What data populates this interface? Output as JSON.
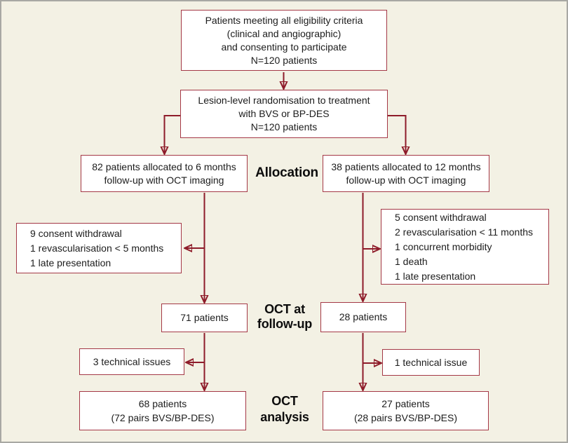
{
  "palette": {
    "background": "#f3f1e4",
    "frame_border": "#a8a8a3",
    "box_background": "#ffffff",
    "box_border": "#a43846",
    "arrow": "#8e1c2a",
    "text": "#1c1c1c",
    "label_text": "#0d0d0d"
  },
  "boxes": {
    "eligibility": {
      "lines": [
        "Patients meeting all eligibility criteria",
        "(clinical and angiographic)",
        "and consenting to participate",
        "N=120 patients"
      ]
    },
    "randomisation": {
      "lines": [
        "Lesion-level randomisation to treatment",
        "with BVS or BP-DES",
        "N=120 patients"
      ]
    },
    "allocation_left": {
      "lines": [
        "82 patients allocated to 6 months",
        "follow-up with OCT imaging"
      ]
    },
    "allocation_right": {
      "lines": [
        "38 patients allocated to 12 months",
        "follow-up with OCT imaging"
      ]
    },
    "exclusions_left": {
      "lines": [
        "9 consent withdrawal",
        "1 revascularisation < 5 months",
        "1 late presentation"
      ]
    },
    "exclusions_right": {
      "lines": [
        "5 consent withdrawal",
        "2 revascularisation < 11 months",
        "1 concurrent morbidity",
        "1 death",
        "1 late presentation"
      ]
    },
    "oct_followup_left": {
      "lines": [
        "71 patients"
      ]
    },
    "oct_followup_right": {
      "lines": [
        "28 patients"
      ]
    },
    "technical_left": {
      "lines": [
        "3 technical issues"
      ]
    },
    "technical_right": {
      "lines": [
        "1 technical issue"
      ]
    },
    "analysis_left": {
      "lines": [
        "68 patients",
        "(72 pairs BVS/BP-DES)"
      ]
    },
    "analysis_right": {
      "lines": [
        "27 patients",
        "(28 pairs BVS/BP-DES)"
      ]
    }
  },
  "stage_labels": {
    "allocation": {
      "lines": [
        "Allocation"
      ]
    },
    "oct_followup": {
      "lines": [
        "OCT at",
        "follow-up"
      ]
    },
    "oct_analysis": {
      "lines": [
        "OCT",
        "analysis"
      ]
    }
  }
}
